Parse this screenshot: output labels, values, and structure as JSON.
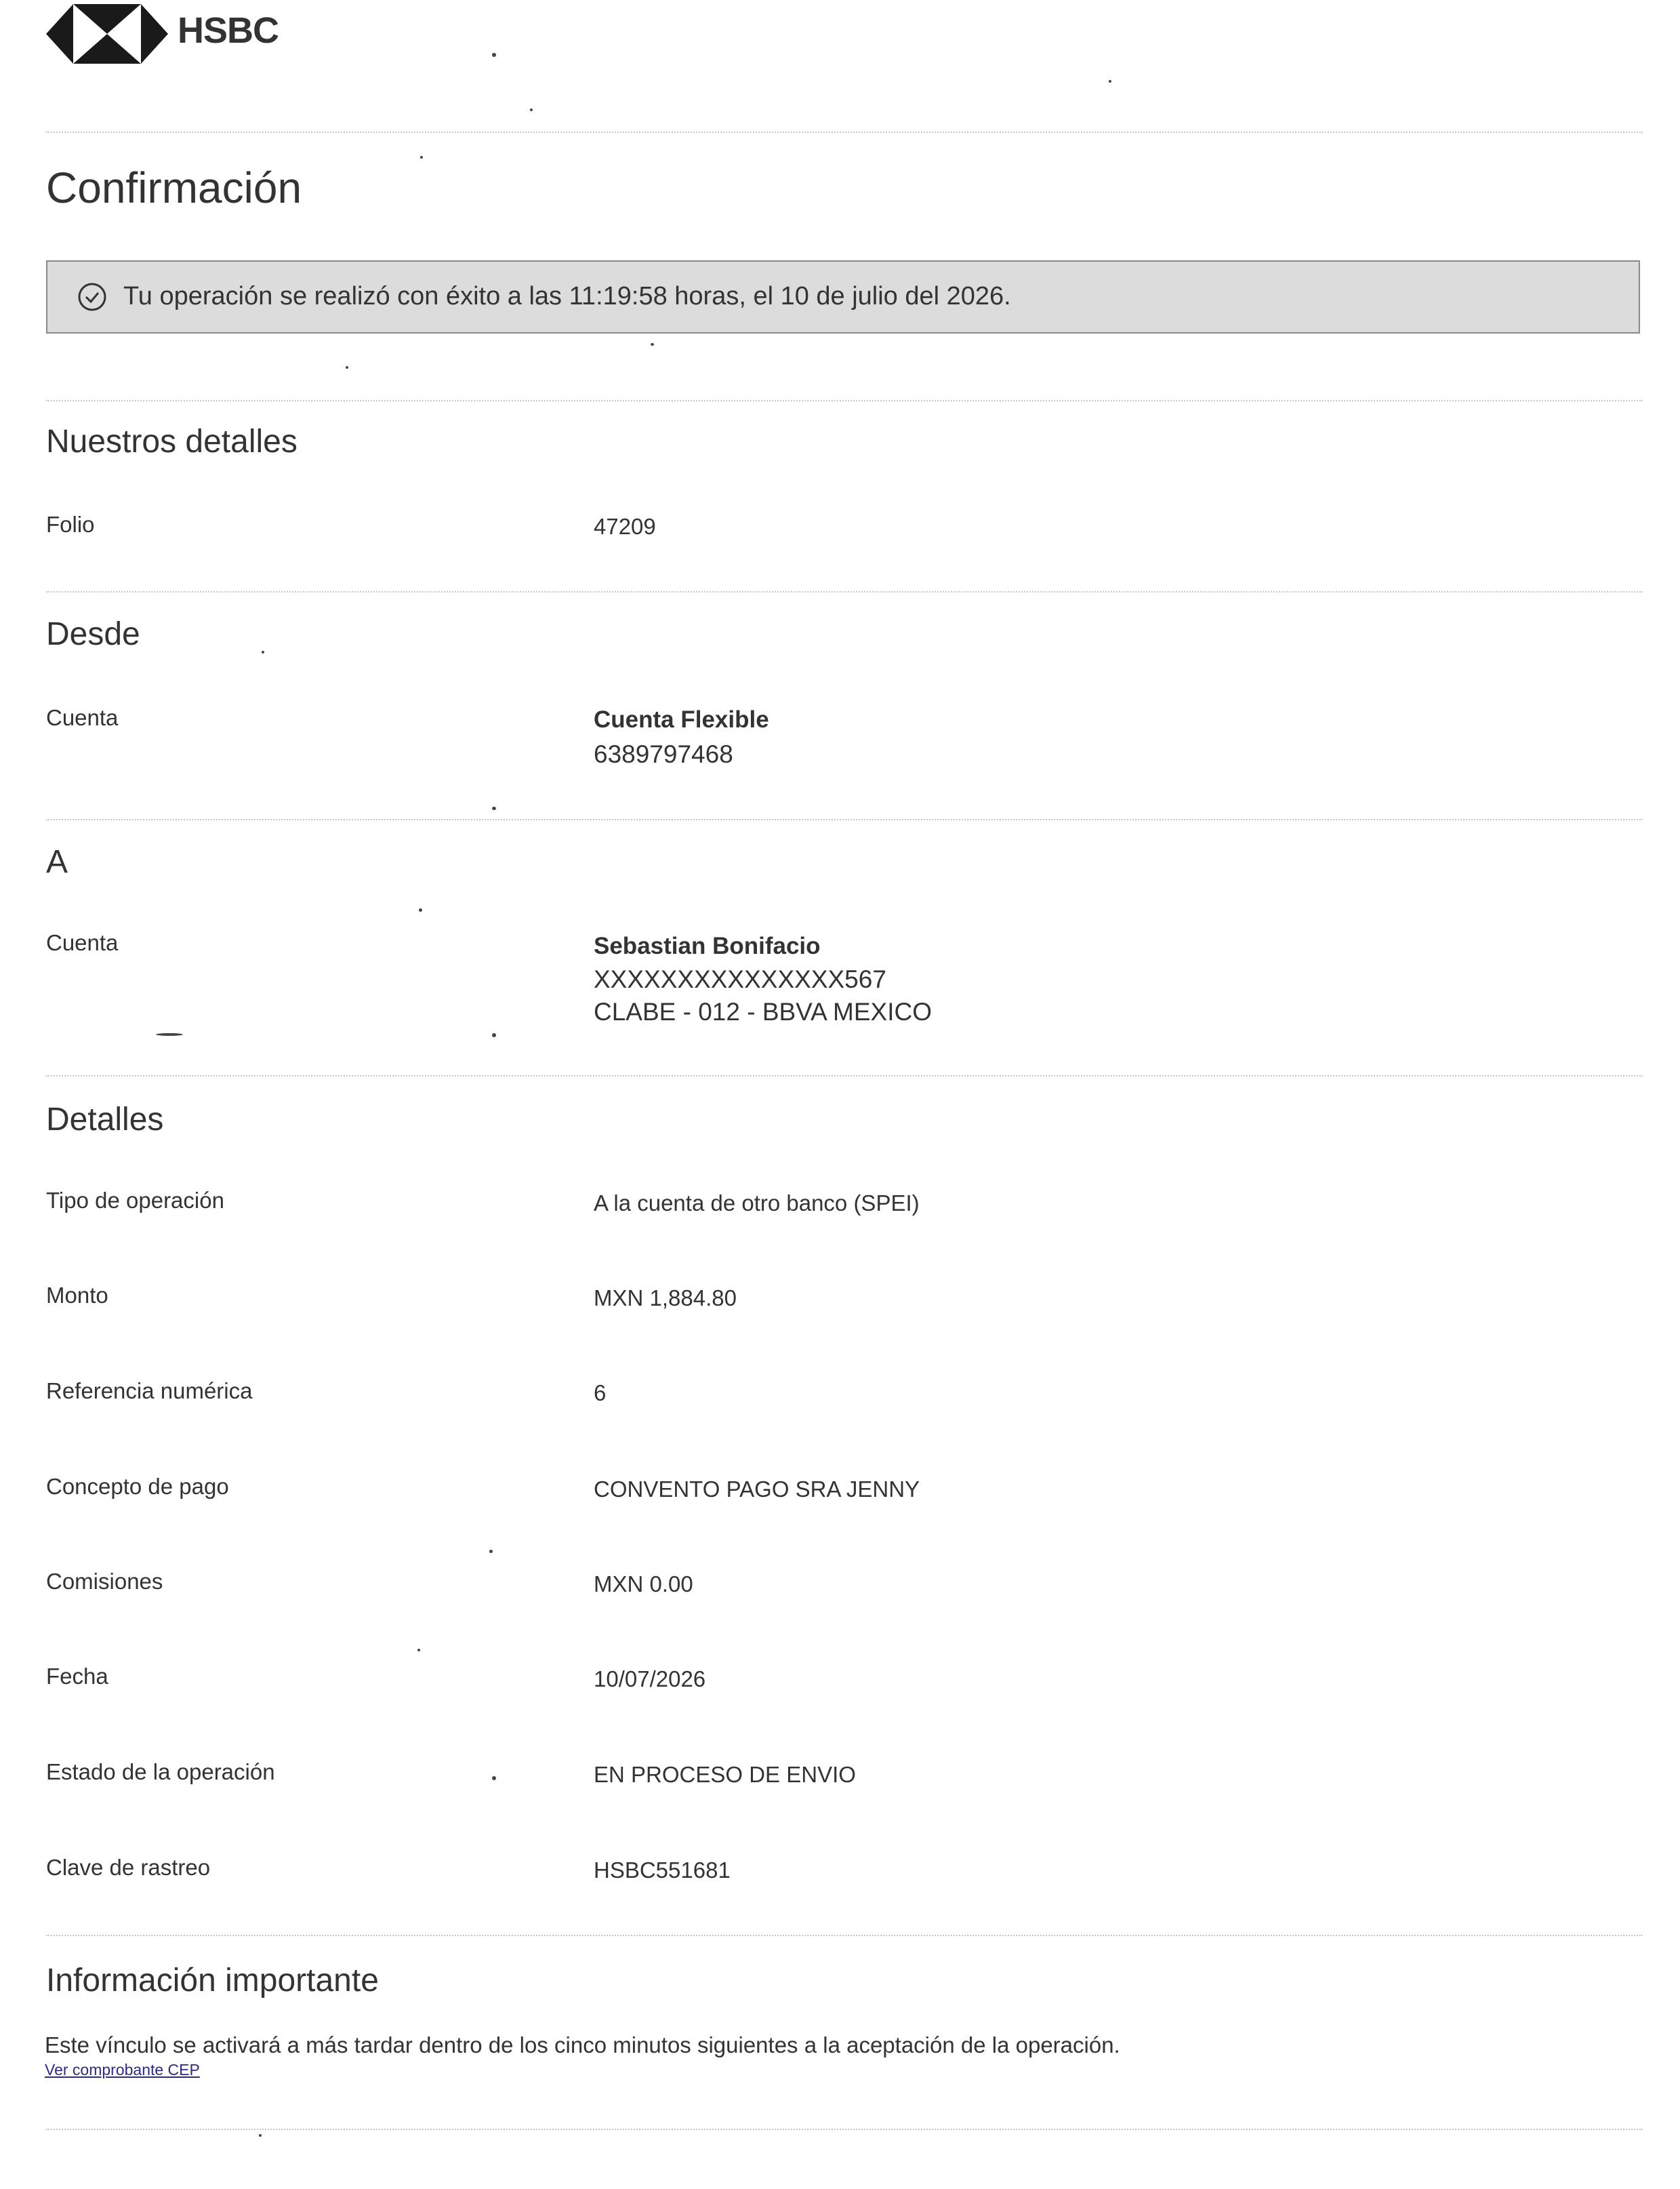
{
  "brand": {
    "logo_text": "HSBC",
    "logo_color": "#1a1a1a"
  },
  "page": {
    "title": "Confirmación"
  },
  "status_banner": {
    "icon": "check-circle-icon",
    "message": "Tu operación se realizó con éxito a las 11:19:58 horas, el 10 de julio del 2026.",
    "background": "#dcdcdc"
  },
  "our_details": {
    "heading": "Nuestros detalles",
    "folio_label": "Folio",
    "folio_value": "47209"
  },
  "from": {
    "heading": "Desde",
    "account_label": "Cuenta",
    "account_name": "Cuenta Flexible",
    "account_number": "6389797468"
  },
  "to": {
    "heading": "A",
    "account_label": "Cuenta",
    "beneficiary": "Sebastian Bonifacio",
    "account_masked": "XXXXXXXXXXXXXXX567",
    "account_type": "CLABE - 012 - BBVA MEXICO"
  },
  "details": {
    "heading": "Detalles",
    "rows": [
      {
        "label": "Tipo de operación",
        "value": "A la cuenta de otro banco (SPEI)"
      },
      {
        "label": "Monto",
        "value": "MXN 1,884.80"
      },
      {
        "label": "Referencia numérica",
        "value": "6"
      },
      {
        "label": "Concepto de pago",
        "value": "CONVENTO PAGO SRA JENNY"
      },
      {
        "label": "Comisiones",
        "value": "MXN 0.00"
      },
      {
        "label": "Fecha",
        "value": "10/07/2026"
      },
      {
        "label": "Estado de la operación",
        "value": "EN PROCESO DE ENVIO"
      },
      {
        "label": "Clave de rastreo",
        "value": "HSBC551681"
      }
    ]
  },
  "important": {
    "heading": "Información importante",
    "text": "Este vínculo se activará a más tardar dentro de los cinco minutos siguientes a la aceptación de la operación.",
    "link_label": "Ver comprobante CEP"
  }
}
